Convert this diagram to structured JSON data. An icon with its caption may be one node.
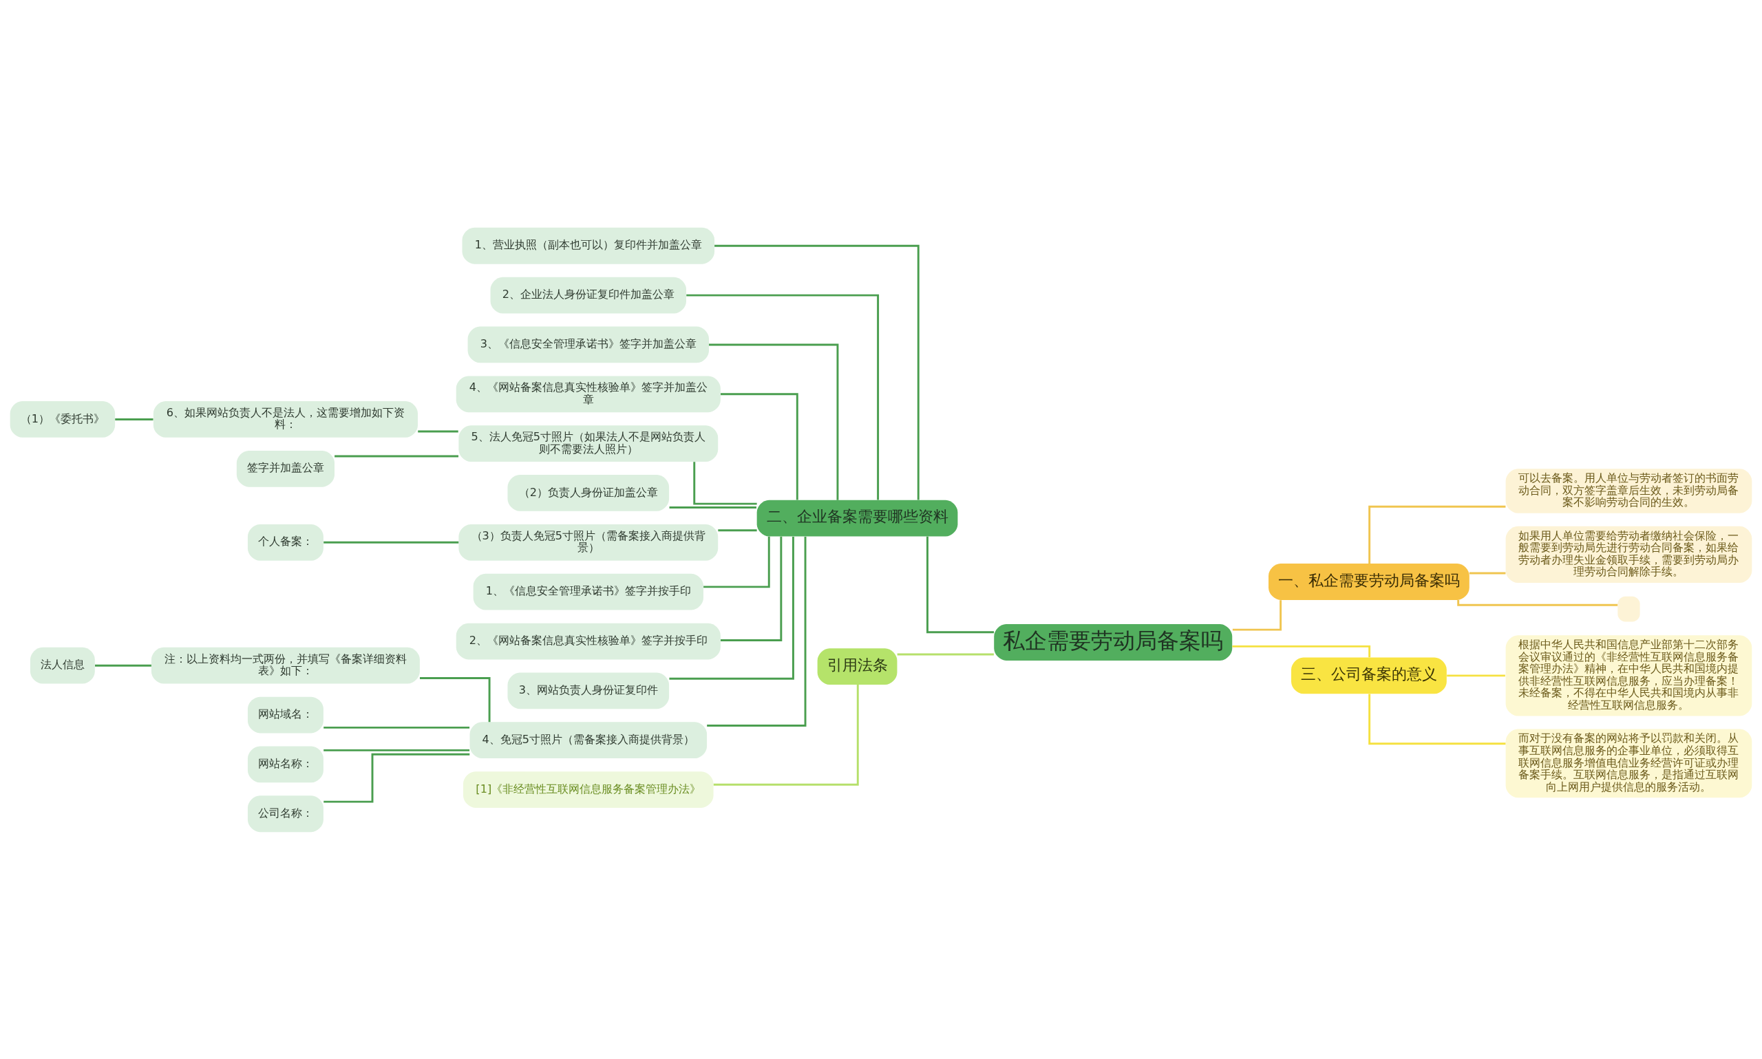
{
  "diagram": {
    "nodes": [
      {
        "text": [
          "私企需要劳动局备案吗"
        ]
      },
      {
        "text": [
          "二、企业备案需要哪些资料"
        ]
      },
      {
        "text": [
          "1、营业执照（副本也可以）复印件并加盖公章"
        ]
      },
      {
        "text": [
          "2、企业法人身份证复印件加盖公章"
        ]
      },
      {
        "text": [
          "3、《信息安全管理承诺书》签字并加盖公章"
        ]
      },
      {
        "text": [
          "4、《网站备案信息真实性核验单》签字并加盖公章"
        ]
      },
      {
        "text": [
          "5、法人免冠5寸照片（如果法人不是网站负责人则不需要法人照片）"
        ]
      },
      {
        "text": [
          "6、如果网站负责人不是法人，这需要增加如下资料："
        ]
      },
      {
        "text": [
          "（1）《委托书》"
        ]
      },
      {
        "text": [
          "签字并加盖公章"
        ]
      },
      {
        "text": [
          "（2）负责人身份证加盖公章"
        ]
      },
      {
        "text": [
          "（3）负责人免冠5寸照片（需备案接入商提供背景）"
        ]
      },
      {
        "text": [
          "个人备案："
        ]
      },
      {
        "text": [
          "1、《信息安全管理承诺书》签字并按手印"
        ]
      },
      {
        "text": [
          "2、《网站备案信息真实性核验单》签字并按手印"
        ]
      },
      {
        "text": [
          "3、网站负责人身份证复印件"
        ]
      },
      {
        "text": [
          "4、免冠5寸照片（需备案接入商提供背景）"
        ]
      },
      {
        "text": [
          "注：以上资料均一式两份，并填写《备案详细资料表》如下："
        ]
      },
      {
        "text": [
          "法人信息"
        ]
      },
      {
        "text": [
          "网站域名："
        ]
      },
      {
        "text": [
          "网站名称："
        ]
      },
      {
        "text": [
          "公司名称："
        ]
      },
      {
        "text": [
          "引用法条"
        ]
      },
      {
        "text": [
          "[1]《非经营性互联网信息服务备案管理办法》"
        ]
      },
      {
        "text": [
          "一、私企需要劳动局备案吗"
        ]
      },
      {
        "text": [
          "可以去备案。用人单位与劳动者签订的书面劳动合同，双方签字盖章后生效，未到劳动局备案不影响劳动合同的生效。"
        ]
      },
      {
        "text": [
          "如果用人单位需要给劳动者缴纳社会保险，一般需要到劳动局先进行劳动合同备案，如果给劳动者办理失业金领取手续，需要到劳动局办理劳动合同解除手续。"
        ]
      },
      {
        "text": [],
        "shape": "box"
      },
      {
        "text": [
          "三、公司备案的意义"
        ]
      },
      {
        "text": [
          "根据中华人民共和国信息产业部第十二次部务会议审议通过的《非经营性互联网信息服务备案管理办法》精神，在中华人民共和国境内提供非经营性互联网信息服务，应当办理备案！未经备案，不得在中华人民共和国境内从事非经营性互联网信息服务。"
        ]
      },
      {
        "text": [
          "而对于没有备案的网站将予以罚款和关闭。从事互联网信息服务的企事业单位，必须取得互联网信息服务增值电信业务经营许可证或办理备案手续。互联网信息服务，是指通过互联网向上网用户提供信息的服务活动。"
        ]
      }
    ],
    "edges": [
      {
        "from": 0,
        "to": 1,
        "arrow": "none"
      },
      {
        "from": 1,
        "to": 2,
        "arrow": "none"
      },
      {
        "from": 1,
        "to": 3,
        "arrow": "none"
      },
      {
        "from": 1,
        "to": 4,
        "arrow": "none"
      },
      {
        "from": 1,
        "to": 5,
        "arrow": "none"
      },
      {
        "from": 1,
        "to": 6,
        "arrow": "none"
      },
      {
        "from": 6,
        "to": 7,
        "arrow": "none"
      },
      {
        "from": 7,
        "to": 8,
        "arrow": "none"
      },
      {
        "from": 6,
        "to": 9,
        "arrow": "none"
      },
      {
        "from": 1,
        "to": 10,
        "arrow": "none"
      },
      {
        "from": 1,
        "to": 11,
        "arrow": "none"
      },
      {
        "from": 11,
        "to": 12,
        "arrow": "none"
      },
      {
        "from": 1,
        "to": 13,
        "arrow": "none"
      },
      {
        "from": 1,
        "to": 14,
        "arrow": "none"
      },
      {
        "from": 1,
        "to": 15,
        "arrow": "none"
      },
      {
        "from": 1,
        "to": 16,
        "arrow": "none"
      },
      {
        "from": 16,
        "to": 17,
        "arrow": "none"
      },
      {
        "from": 17,
        "to": 18,
        "arrow": "none"
      },
      {
        "from": 16,
        "to": 19,
        "arrow": "none"
      },
      {
        "from": 16,
        "to": 20,
        "arrow": "none"
      },
      {
        "from": 16,
        "to": 21,
        "arrow": "none"
      },
      {
        "from": 0,
        "to": 22,
        "arrow": "none",
        "color": "#b6e06b"
      },
      {
        "from": 22,
        "to": 23,
        "arrow": "none",
        "color": "#b6e06b"
      },
      {
        "from": 0,
        "to": 24,
        "arrow": "none",
        "color": "#f0c550"
      },
      {
        "from": 24,
        "to": 25,
        "arrow": "none",
        "color": "#f0c550"
      },
      {
        "from": 24,
        "to": 26,
        "arrow": "none",
        "color": "#f0c550"
      },
      {
        "from": 24,
        "to": 27,
        "arrow": "none",
        "color": "#f0c550"
      },
      {
        "from": 0,
        "to": 28,
        "arrow": "none",
        "color": "#f5e140"
      },
      {
        "from": 28,
        "to": 29,
        "arrow": "none",
        "color": "#f5e140"
      },
      {
        "from": 28,
        "to": 30,
        "arrow": "none",
        "color": "#f5e140"
      }
    ]
  }
}
